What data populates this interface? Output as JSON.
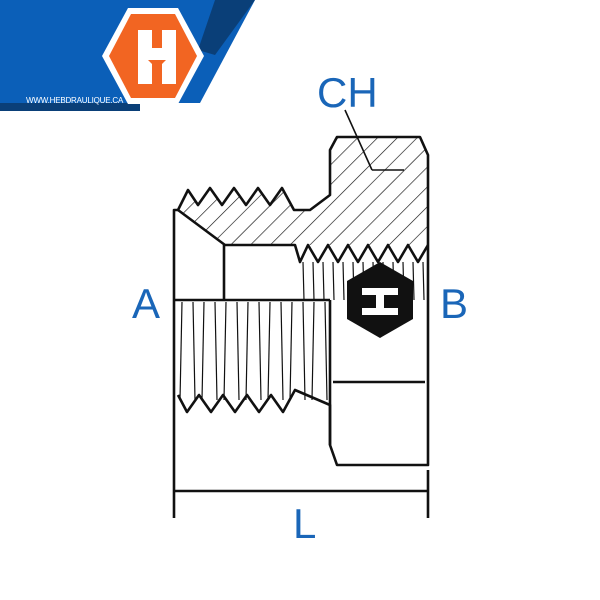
{
  "brand": {
    "url": "WWW.HEBDRAULIQUE.CA",
    "logo_letter": "H",
    "colors": {
      "blue": "#0b5fb8",
      "navy": "#0a3f78",
      "orange": "#f26522"
    }
  },
  "labels": {
    "ch": "CH",
    "a": "A",
    "b": "B",
    "l": "L",
    "color": "#1a66b8"
  }
}
